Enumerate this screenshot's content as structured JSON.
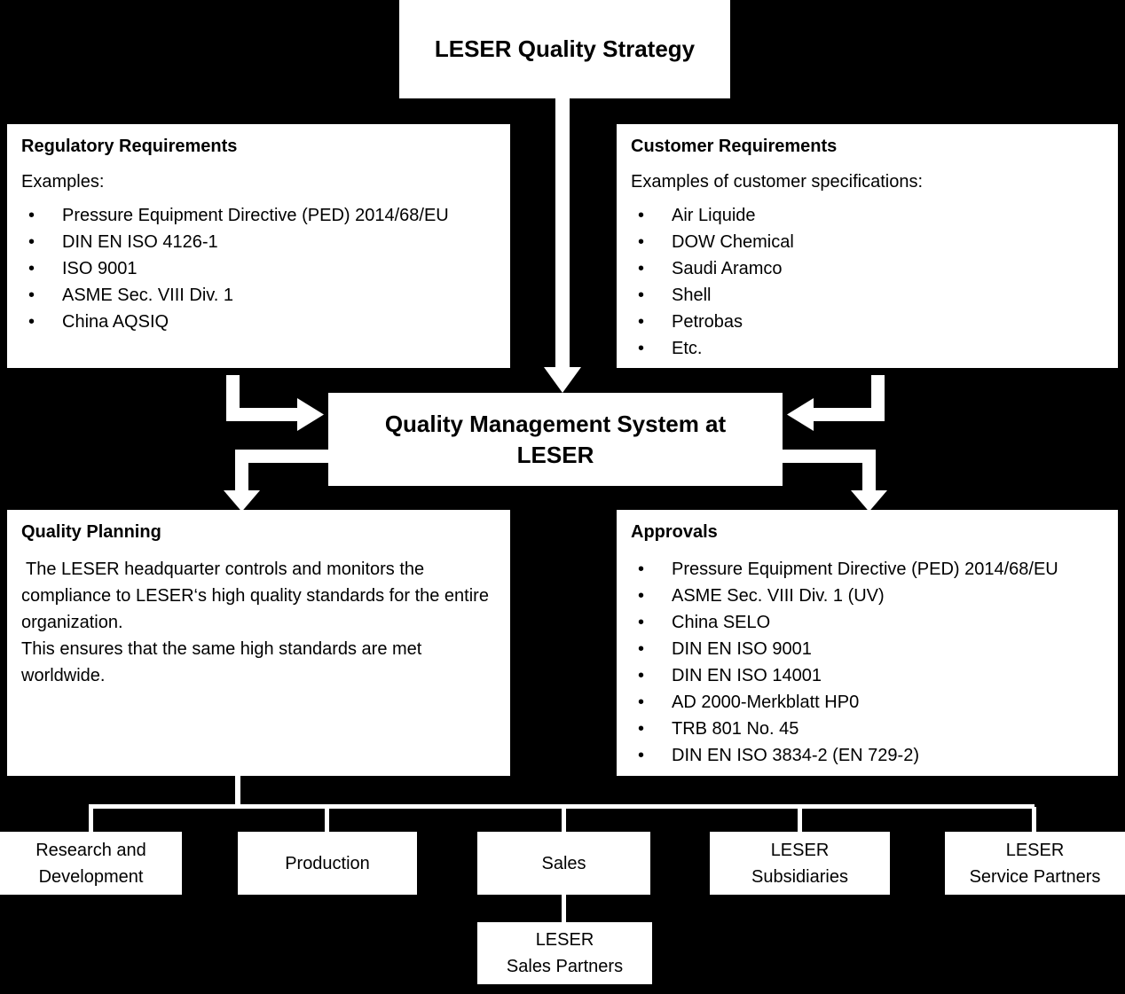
{
  "colors": {
    "background": "#000000",
    "box_background": "#ffffff",
    "text": "#000000",
    "connector": "#ffffff"
  },
  "title_box": {
    "label": "LESER Quality Strategy"
  },
  "regulatory": {
    "title": "Regulatory Requirements",
    "intro": "Examples:",
    "items": [
      "Pressure Equipment Directive (PED) 2014/68/EU",
      "DIN EN ISO 4126-1",
      "ISO 9001",
      "ASME Sec. VIII Div. 1",
      "China AQSIQ"
    ]
  },
  "customer": {
    "title": "Customer Requirements",
    "intro": "Examples of customer specifications:",
    "items": [
      "Air Liquide",
      "DOW Chemical",
      "Saudi Aramco",
      "Shell",
      "Petrobas",
      "Etc."
    ]
  },
  "qms": {
    "line1": "Quality Management System at",
    "line2": "LESER"
  },
  "quality_planning": {
    "title": "Quality Planning",
    "paragraph1": "The LESER headquarter controls and monitors the compliance to LESER‘s high quality standards for the entire organization.",
    "paragraph2": "This ensures that the same high standards are met worldwide."
  },
  "approvals": {
    "title": "Approvals",
    "items": [
      "Pressure Equipment Directive (PED) 2014/68/EU",
      "ASME Sec. VIII Div. 1 (UV)",
      "China SELO",
      "DIN EN ISO 9001",
      "DIN EN ISO 14001",
      "AD 2000-Merkblatt HP0",
      "TRB 801 No. 45",
      "DIN EN ISO 3834-2 (EN 729-2)"
    ]
  },
  "org_units": {
    "research_development": "Research and\nDevelopment",
    "production": "Production",
    "sales": "Sales",
    "leser_subsidiaries": "LESER\nSubsidiaries",
    "leser_service_partners": "LESER\nService Partners",
    "leser_sales_partners": "LESER\nSales Partners"
  }
}
